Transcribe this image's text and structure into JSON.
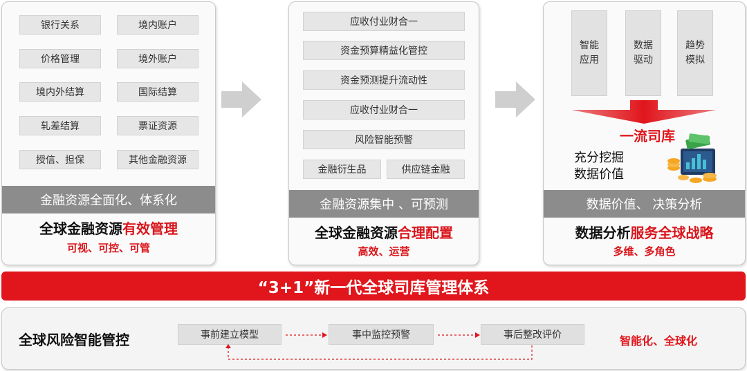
{
  "panel1": {
    "items": [
      "银行关系",
      "境内账户",
      "价格管理",
      "境外账户",
      "境内外结算",
      "国际结算",
      "轧差结算",
      "票证资源",
      "授信、担保",
      "其他金融资源"
    ],
    "band": "金融资源全面化、体系化",
    "title_main": "全球金融资源",
    "title_highlight": "有效管理",
    "subtitle": "可视、可控、可管"
  },
  "panel2": {
    "items": [
      "应收付业财合一",
      "资金预算精益化管控",
      "资金预测提升流动性",
      "应收付业财合一",
      "风险智能预警"
    ],
    "pair": [
      "金融衍生品",
      "供应链金融"
    ],
    "band": "金融资源集中 、可预测",
    "title_main": "全球金融资源",
    "title_highlight": "合理配置",
    "subtitle": "高效、运营"
  },
  "panel3": {
    "columns": [
      {
        "line1": "智能",
        "line2": "应用"
      },
      {
        "line1": "数据",
        "line2": "驱动"
      },
      {
        "line1": "趋势",
        "line2": "模拟"
      }
    ],
    "treasury": "一流司库",
    "mining_line1": "充分挖掘",
    "mining_line2": "数据价值",
    "band": "数据价值、 决策分析",
    "title_main": "数据分析",
    "title_highlight": "服务全球战略",
    "subtitle": "多维、多角色"
  },
  "banner": "“3+1”新一代全球司库管理体系",
  "bottom": {
    "title": "全球风险智能管控",
    "steps": [
      "事前建立模型",
      "事中监控预警",
      "事后整改评价"
    ],
    "tagline": "智能化、全球化"
  },
  "colors": {
    "accent_red": "#e0161c",
    "band_gray": "#8c8c8c",
    "chip_gray": "#e6e6e6",
    "arrow_gray": "#cfcfcf"
  },
  "icons": [
    "right-arrow-icon",
    "down-funnel-arrow-icon",
    "money-analytics-icon",
    "dashed-flow-arrow-icon"
  ]
}
